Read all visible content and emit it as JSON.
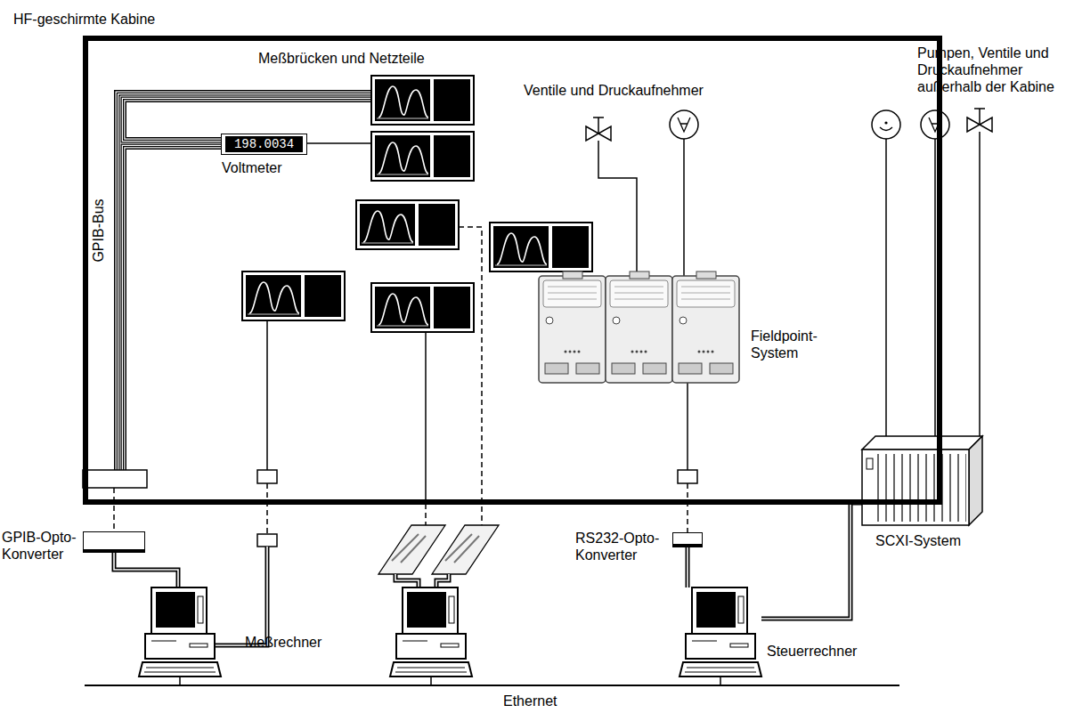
{
  "diagram": {
    "nodes": [
      {
        "text": [
          "HF-geschirmte Kabine"
        ]
      },
      {
        "text": [
          "198.0034",
          "Voltmeter"
        ],
        "in": 0
      },
      {
        "text": [
          "Fieldpoint-System"
        ],
        "in": 0
      },
      {
        "text": [
          "GPIB-Opto-Konverter"
        ]
      },
      {
        "text": [
          "RS232-Opto-Konverter"
        ]
      },
      {
        "text": [
          "Steuerrechner"
        ]
      },
      {
        "text": [
          "SCXI-System"
        ]
      }
    ],
    "edges": [
      {
        "from": 4,
        "to": 5,
        "arrow": "none"
      },
      {
        "from": 5,
        "to": 6,
        "arrow": "none"
      }
    ],
    "labels": [
      "Meßbrücken und Netzteile",
      "Ventile und Druckaufnehmer",
      "Pumpen, Ventile und Druckaufnehmer außerhalb der Kabine",
      "GPIB-Bus",
      "Meßrechner",
      "Ethernet"
    ]
  }
}
